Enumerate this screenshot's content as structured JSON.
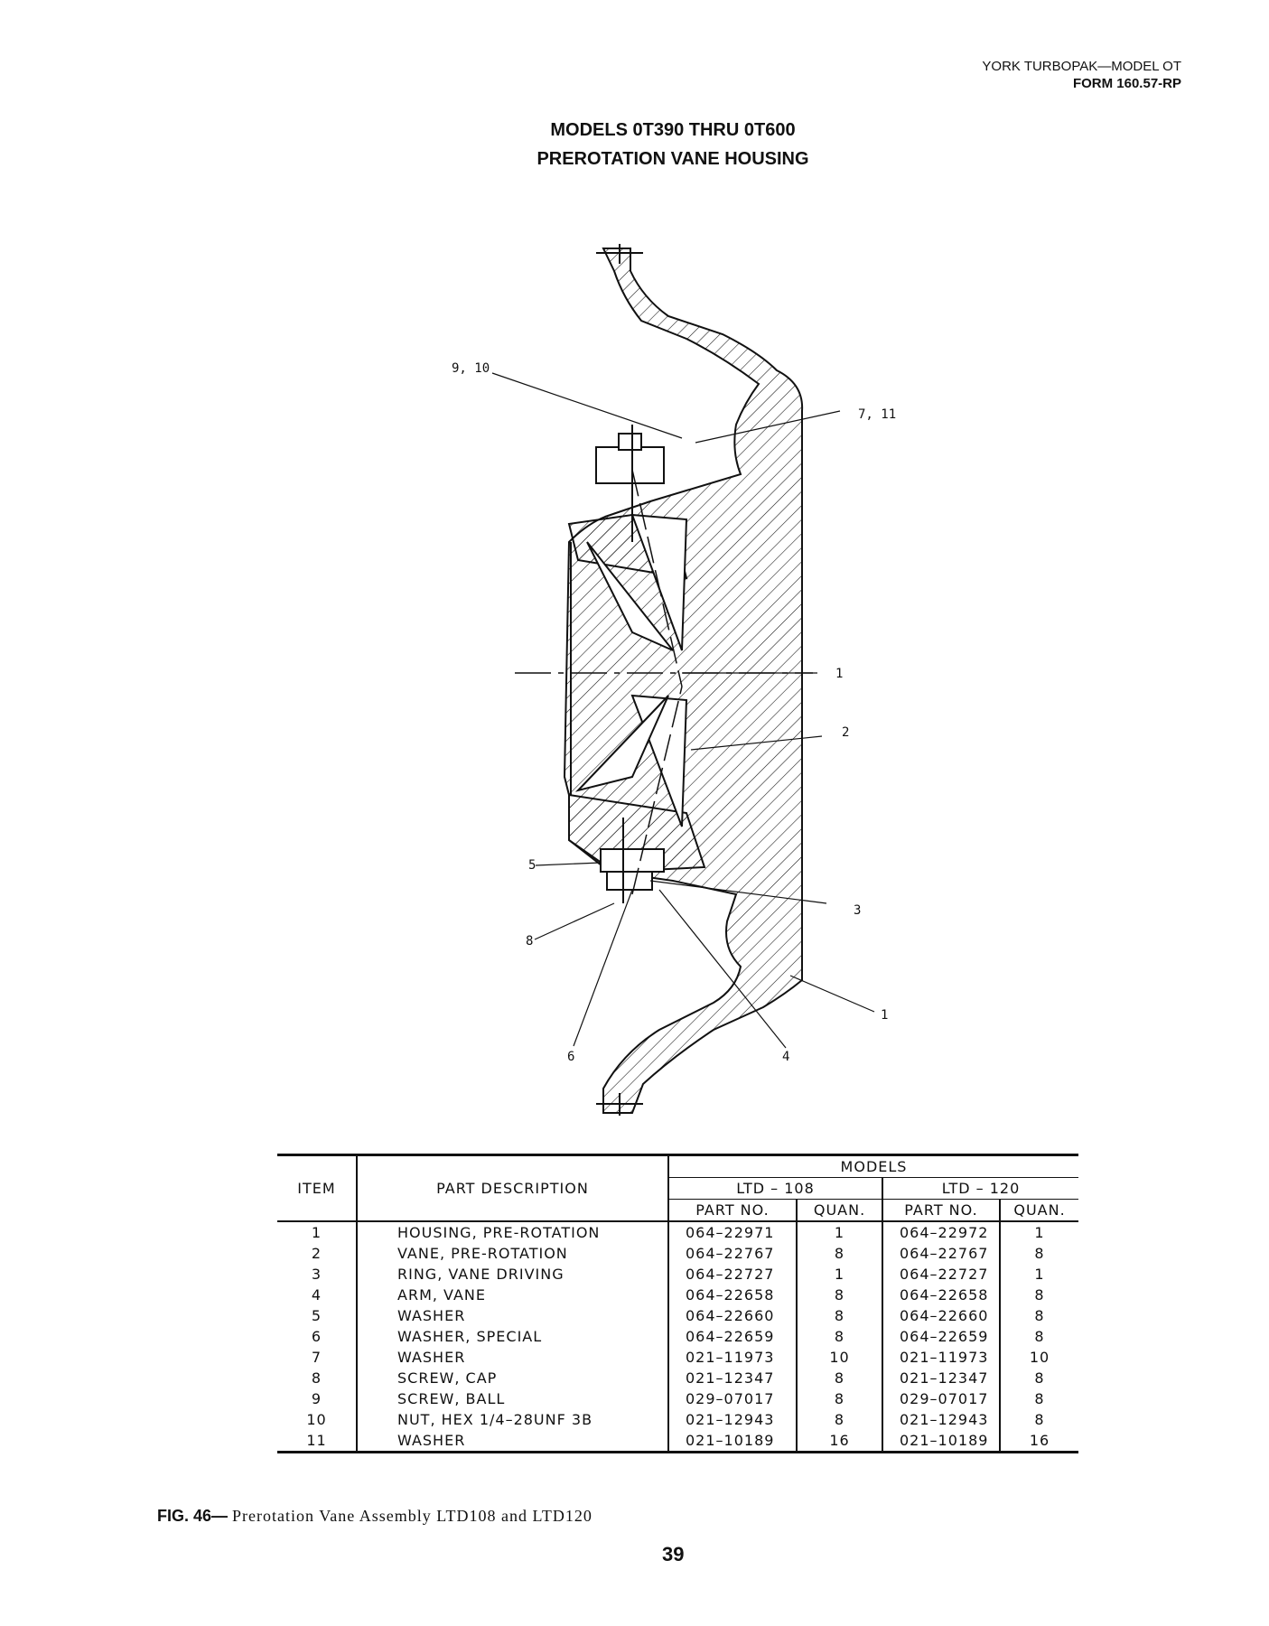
{
  "header": {
    "series": "YORK TURBOPAK—MODEL OT",
    "form": "FORM 160.57-RP"
  },
  "title": {
    "line1": "MODELS 0T390 THRU 0T600",
    "line2": "PREROTATION VANE HOUSING"
  },
  "callouts": {
    "c9_10": "9, 10",
    "c7_11": "7, 11",
    "c1a": "1",
    "c2": "2",
    "c5": "5",
    "c3": "3",
    "c8": "8",
    "c1b": "1",
    "c6": "6",
    "c4": "4"
  },
  "table": {
    "item_header": "ITEM",
    "desc_header": "PART DESCRIPTION",
    "models_header": "MODELS",
    "model_a": "LTD – 108",
    "model_b": "LTD – 120",
    "partno_a": "PART NO.",
    "quan_a": "QUAN.",
    "partno_b": "PART NO.",
    "quan_b": "QUAN.",
    "rows": [
      {
        "item": "1",
        "desc": "HOUSING, PRE-ROTATION",
        "pa": "064–22971",
        "qa": "1",
        "pb": "064–22972",
        "qb": "1"
      },
      {
        "item": "2",
        "desc": "VANE, PRE-ROTATION",
        "pa": "064–22767",
        "qa": "8",
        "pb": "064–22767",
        "qb": "8"
      },
      {
        "item": "3",
        "desc": "RING, VANE DRIVING",
        "pa": "064–22727",
        "qa": "1",
        "pb": "064–22727",
        "qb": "1"
      },
      {
        "item": "4",
        "desc": "ARM, VANE",
        "pa": "064–22658",
        "qa": "8",
        "pb": "064–22658",
        "qb": "8"
      },
      {
        "item": "5",
        "desc": "WASHER",
        "pa": "064–22660",
        "qa": "8",
        "pb": "064–22660",
        "qb": "8"
      },
      {
        "item": "6",
        "desc": "WASHER, SPECIAL",
        "pa": "064–22659",
        "qa": "8",
        "pb": "064–22659",
        "qb": "8"
      },
      {
        "item": "7",
        "desc": "WASHER",
        "pa": "021–11973",
        "qa": "10",
        "pb": "021–11973",
        "qb": "10"
      },
      {
        "item": "8",
        "desc": "SCREW, CAP",
        "pa": "021–12347",
        "qa": "8",
        "pb": "021–12347",
        "qb": "8"
      },
      {
        "item": "9",
        "desc": "SCREW, BALL",
        "pa": "029–07017",
        "qa": "8",
        "pb": "029–07017",
        "qb": "8"
      },
      {
        "item": "10",
        "desc": "NUT, HEX 1/4–28UNF 3B",
        "pa": "021–12943",
        "qa": "8",
        "pb": "021–12943",
        "qb": "8"
      },
      {
        "item": "11",
        "desc": "WASHER",
        "pa": "021–10189",
        "qa": "16",
        "pb": "021–10189",
        "qb": "16"
      }
    ]
  },
  "caption": {
    "fig": "FIG. 46—",
    "text": "Prerotation Vane Assembly LTD108 and LTD120"
  },
  "page_number": "39"
}
